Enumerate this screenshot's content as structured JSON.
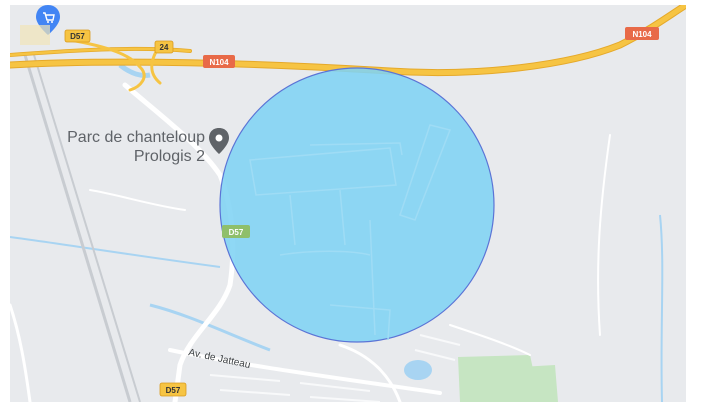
{
  "map": {
    "poi": {
      "name_line1": "Parc de chanteloup",
      "name_line2": "Prologis 2",
      "icon": "map-pin-icon"
    },
    "shop_icon": "shopping-cart-pin-icon",
    "road_labels": {
      "d57_top": "D57",
      "r24": "24",
      "n104_mid": "N104",
      "n104_right": "N104",
      "d57_mid": "D57",
      "d57_bottom": "D57"
    },
    "street_label": "Av. de Jatteau",
    "colors": {
      "background": "#e8eaed",
      "highway": "#f6c443",
      "highway_outline": "#e5a92a",
      "route_shield": "#e86a48",
      "dept_shield_yellow": "#f6c443",
      "dept_shield_green": "#8fbf6b",
      "water": "#a8d4f2",
      "park": "#c6e5c2",
      "circle_fill": "#7fd3f4",
      "circle_stroke": "#5b74d6",
      "pin": "#5f6368",
      "shop_pin": "#4285f4"
    }
  }
}
